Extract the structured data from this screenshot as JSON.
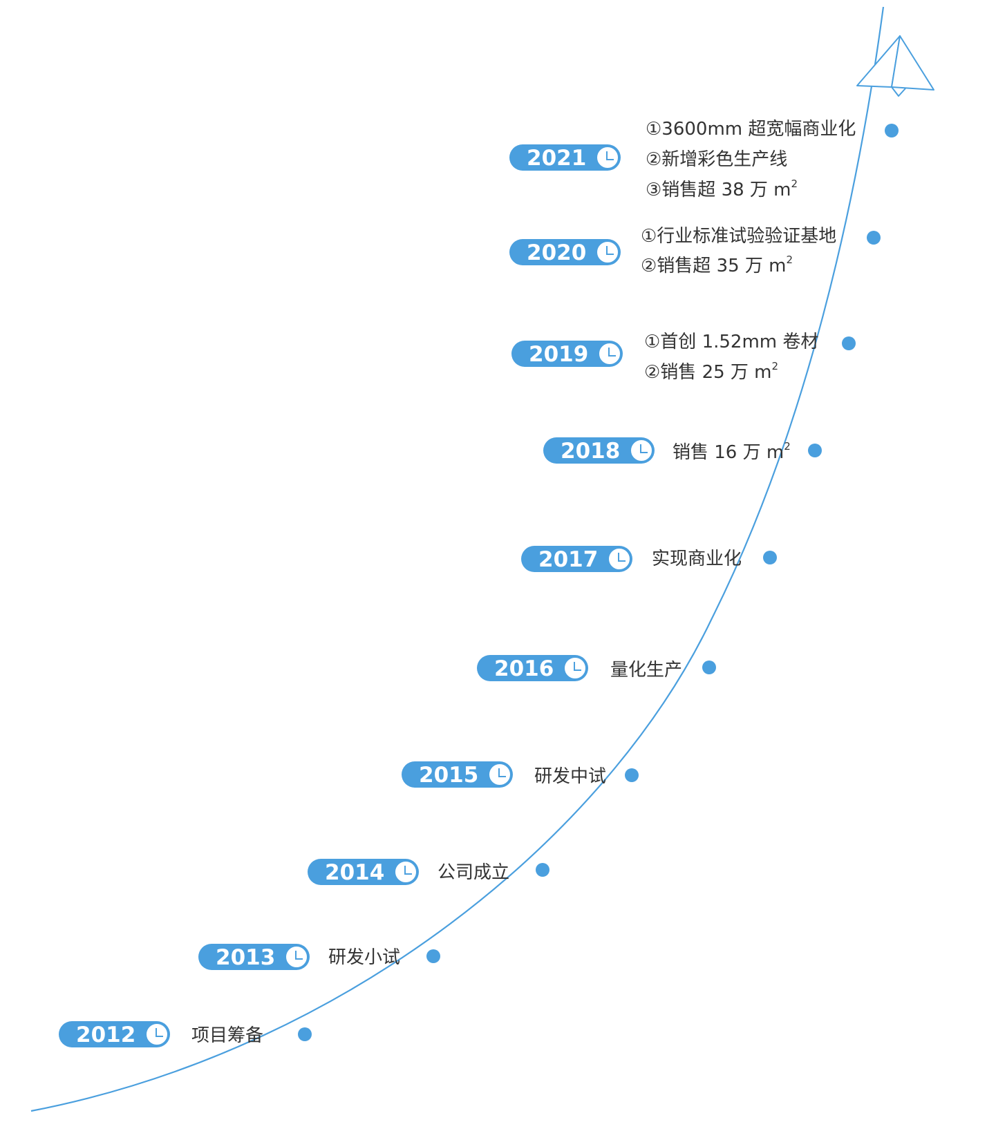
{
  "colors": {
    "accent": "#4a9fde",
    "text": "#333333",
    "pill_text": "#ffffff"
  },
  "icons": {
    "pill_icon": "clock-icon",
    "top_icon": "paper-plane-icon"
  },
  "milestones": [
    {
      "year": "2012",
      "lines": [
        {
          "text": "项目筹备"
        }
      ]
    },
    {
      "year": "2013",
      "lines": [
        {
          "text": "研发小试"
        }
      ]
    },
    {
      "year": "2014",
      "lines": [
        {
          "text": "公司成立"
        }
      ]
    },
    {
      "year": "2015",
      "lines": [
        {
          "text": "研发中试"
        }
      ]
    },
    {
      "year": "2016",
      "lines": [
        {
          "text": "量化生产"
        }
      ]
    },
    {
      "year": "2017",
      "lines": [
        {
          "text": "实现商业化"
        }
      ]
    },
    {
      "year": "2018",
      "lines": [
        {
          "text": "销售 16 万 m",
          "sup": "2"
        }
      ]
    },
    {
      "year": "2019",
      "lines": [
        {
          "text": "①首创 1.52mm 卷材"
        },
        {
          "text": "②销售 25 万 m",
          "sup": "2"
        }
      ]
    },
    {
      "year": "2020",
      "lines": [
        {
          "text": "①行业标准试验验证基地"
        },
        {
          "text": "②销售超 35 万 m",
          "sup": "2"
        }
      ]
    },
    {
      "year": "2021",
      "lines": [
        {
          "text": "①3600mm 超宽幅商业化"
        },
        {
          "text": "②新增彩色生产线"
        },
        {
          "text": "③销售超 38 万 m",
          "sup": "2"
        }
      ]
    }
  ]
}
